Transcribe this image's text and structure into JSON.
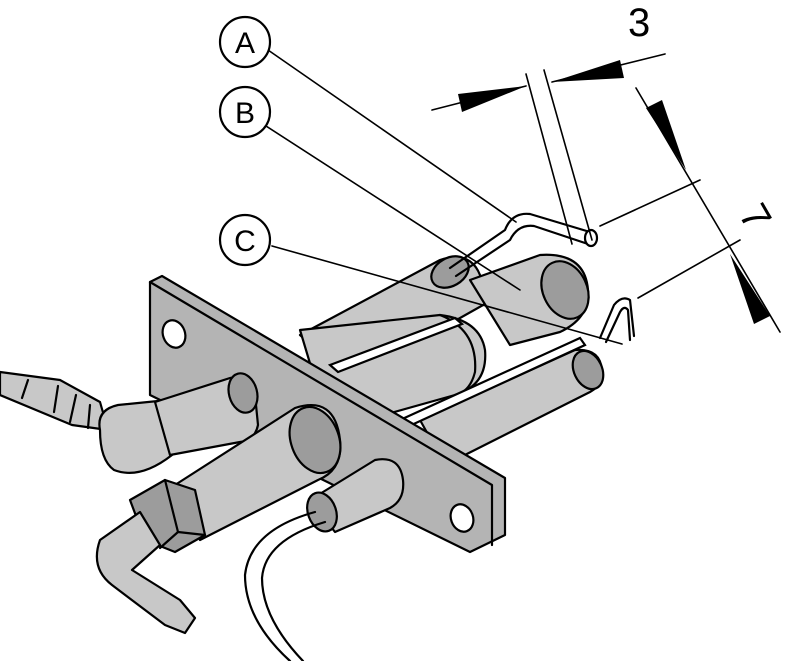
{
  "callouts": {
    "a": "A",
    "b": "B",
    "c": "C"
  },
  "dimensions": {
    "gap": "3",
    "height": "7"
  }
}
